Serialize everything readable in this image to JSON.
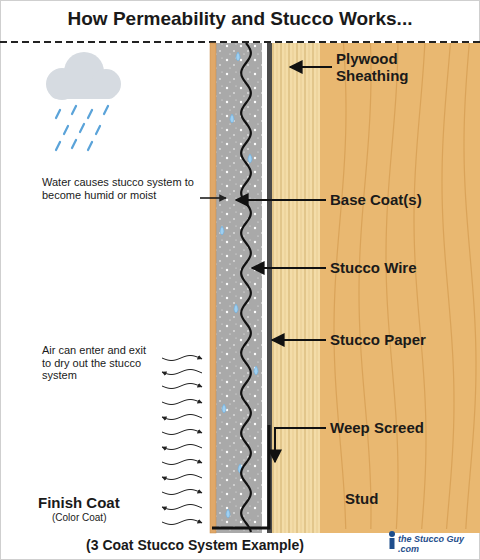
{
  "diagram": {
    "title": "How Permeability and Stucco Works...",
    "caption": "(3 Coat Stucco System Example)",
    "labels": [
      "Plywood Sheathing",
      "Base Coat(s)",
      "Stucco Wire",
      "Stucco Paper",
      "Weep Screed",
      "Stud",
      "Water causes stucco system to become humid or moist",
      "Air can enter and exit to dry out the stucco system",
      "Finish Coat",
      "(Color Coat)",
      "the Stucco Guy .com"
    ]
  }
}
